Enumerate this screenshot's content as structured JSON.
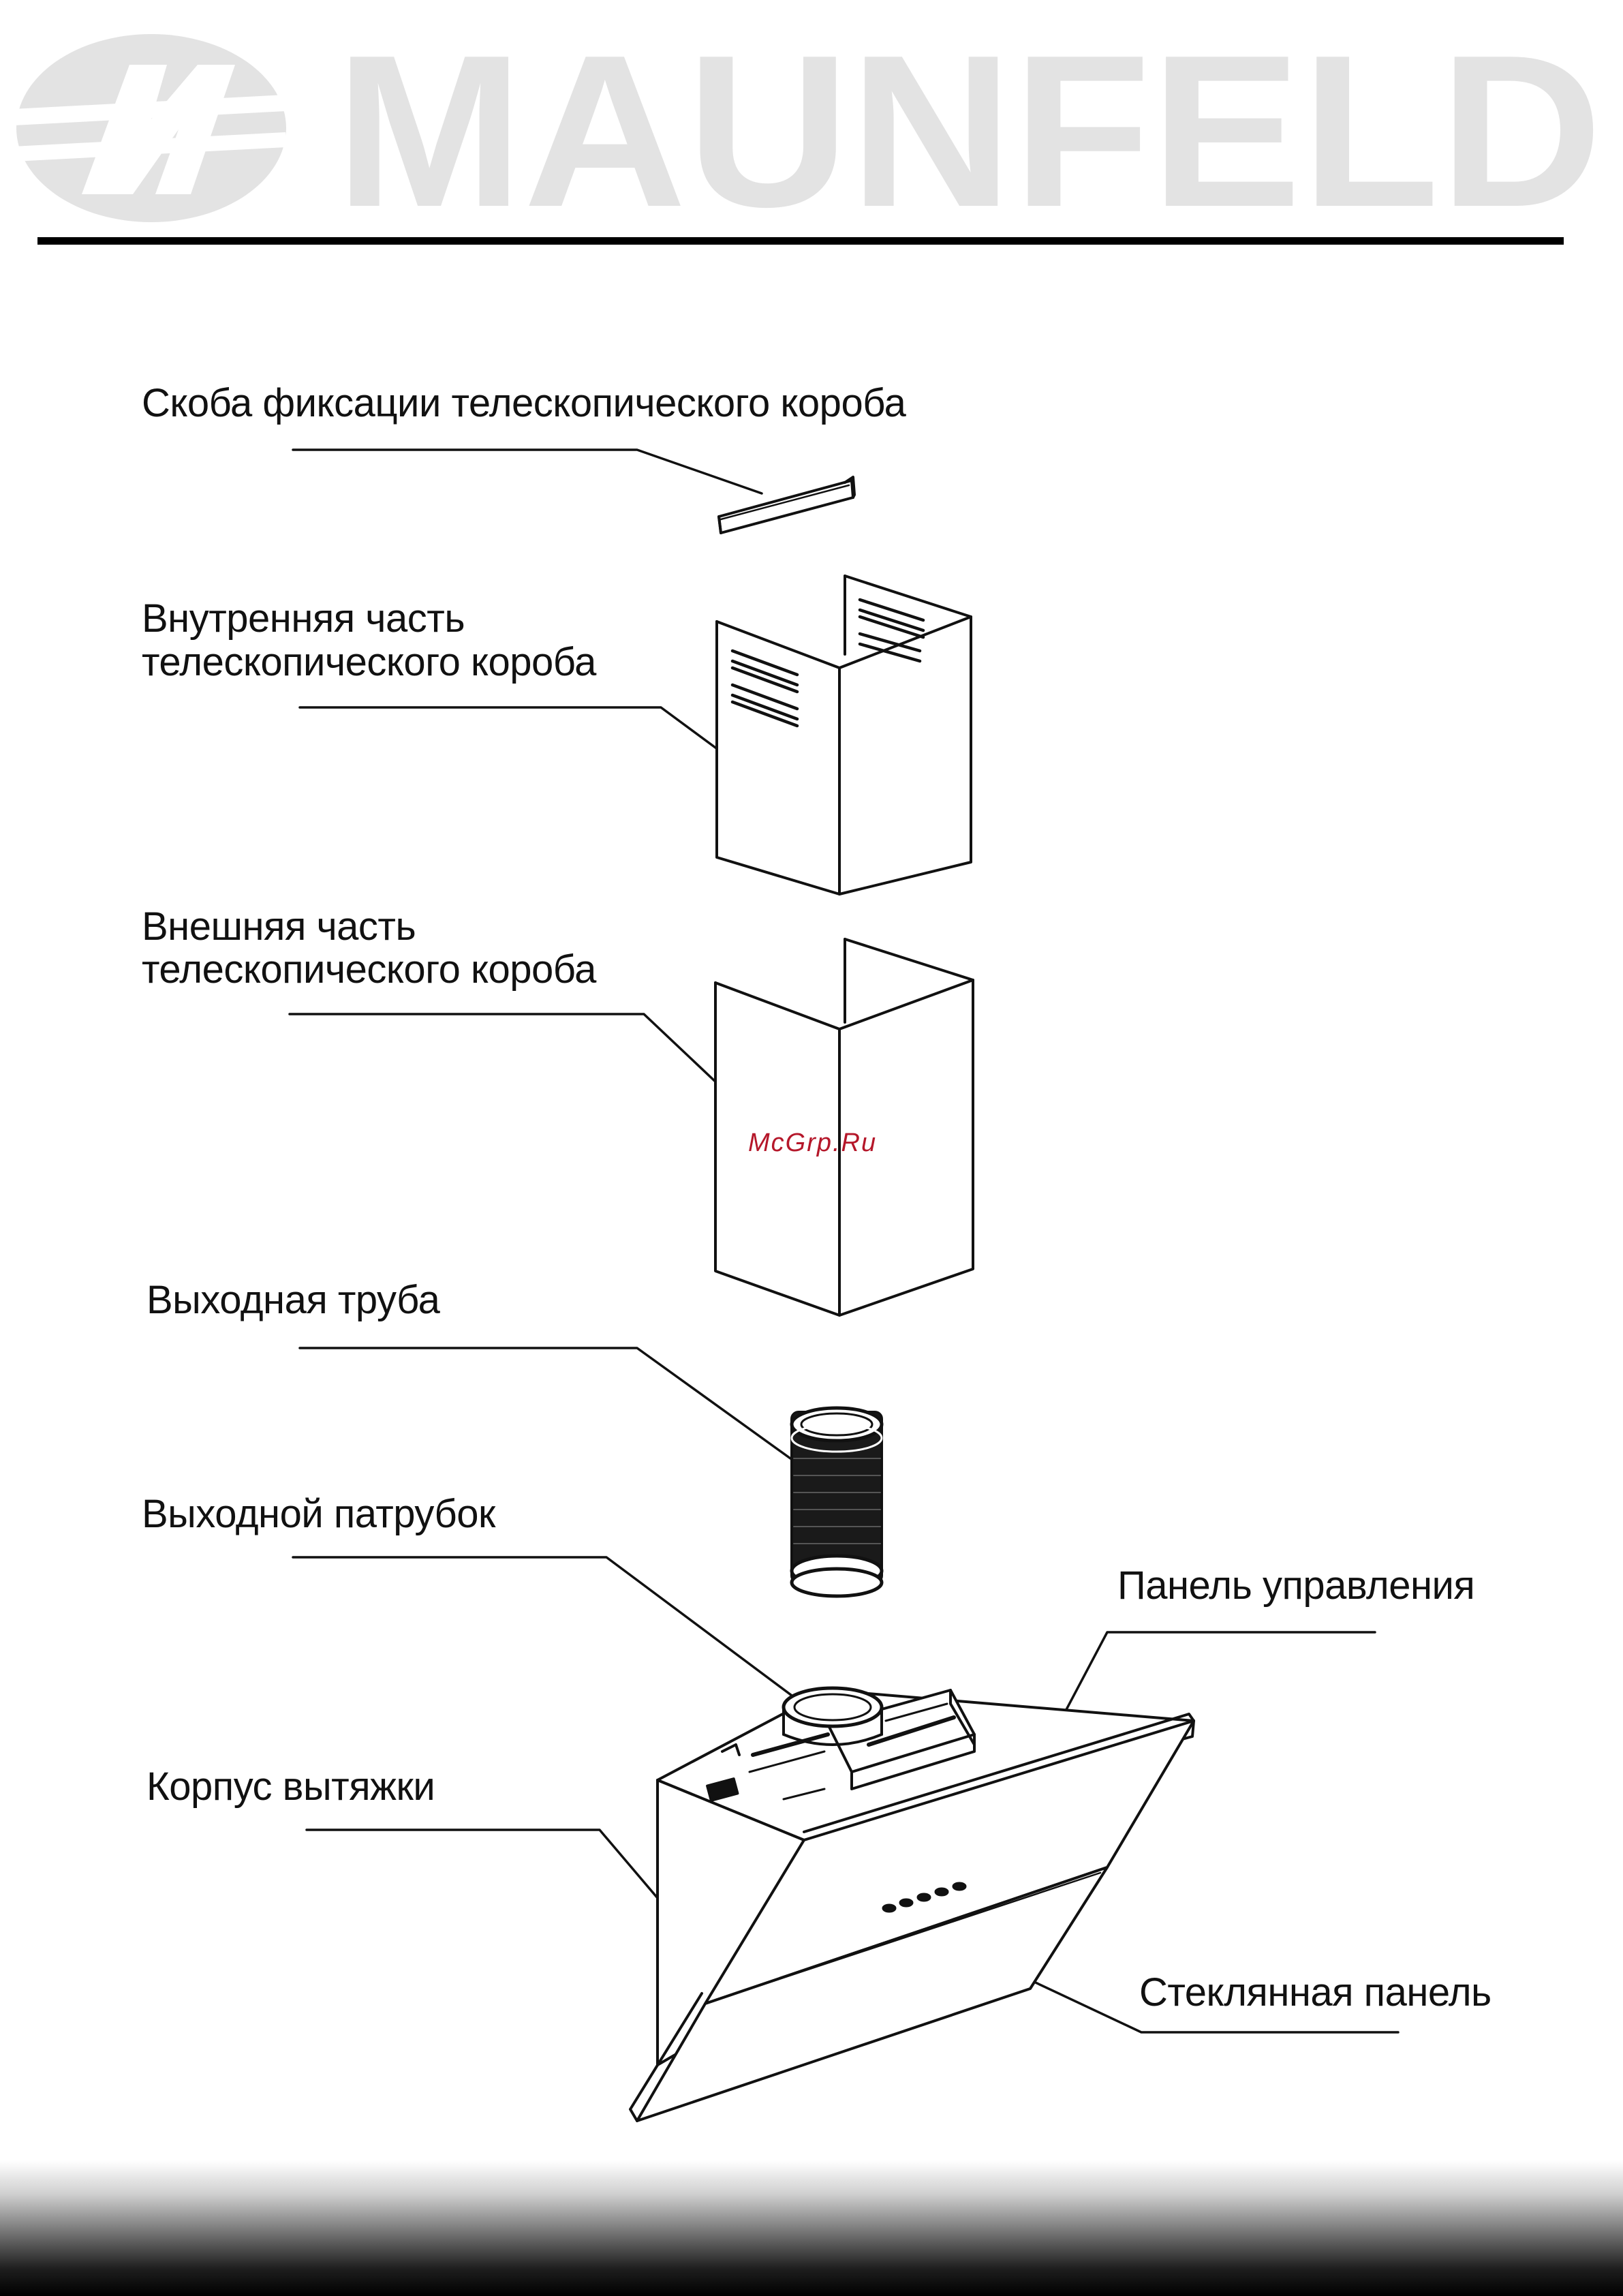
{
  "brand": {
    "name": "MAUNFELD",
    "monogram": "M",
    "logo_color": "#e3e3e3"
  },
  "labels": {
    "bracket": "Скоба фиксации телескопического короба",
    "inner_box_line1": "Внутренняя часть",
    "inner_box_line2": "телескопического короба",
    "outer_box_line1": "Внешняя часть",
    "outer_box_line2": "телескопического короба",
    "exhaust_pipe": "Выходная труба",
    "outlet_nozzle": "Выходной патрубок",
    "control_panel": "Панель управления",
    "hood_body": "Корпус вытяжки",
    "glass_panel": "Стеклянная панель"
  },
  "watermark": "McGrp.Ru"
}
